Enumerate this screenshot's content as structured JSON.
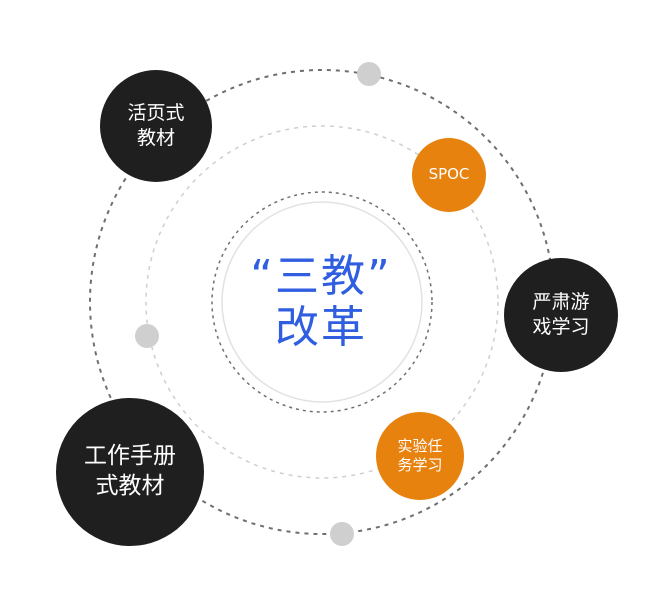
{
  "center": {
    "line1": "“三教”",
    "line2": "改革"
  },
  "nodes": {
    "huoyeshi": {
      "line1": "活页式",
      "line2": "教材"
    },
    "spoc": {
      "line1": "SPOC"
    },
    "yansu": {
      "line1": "严肃游",
      "line2": "戏学习"
    },
    "shiyan": {
      "line1": "实验任",
      "line2": "务学习"
    },
    "gongzuo": {
      "line1": "工作手册",
      "line2": "式教材"
    }
  },
  "colors": {
    "dark_node": "#1f1f1f",
    "orange_node": "#e8820f",
    "center_text": "#2f5ee0",
    "dot": "#cfcfcf",
    "ring": "#8a8a8a"
  }
}
